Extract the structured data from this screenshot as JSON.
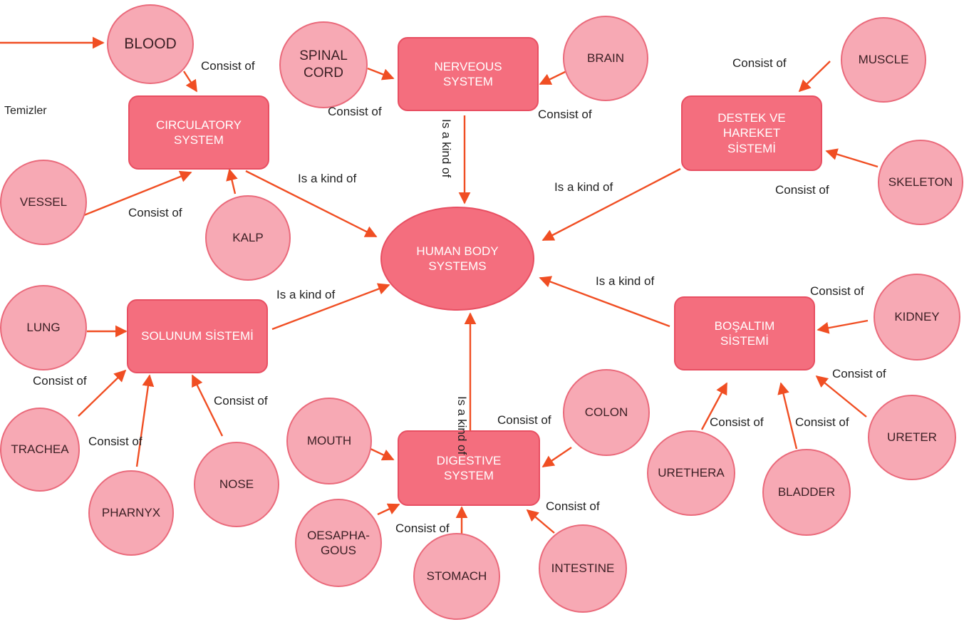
{
  "colors": {
    "edge": "#f04e23",
    "circle_fill": "#f7a9b4",
    "box_fill": "#f46e7e"
  },
  "nodes": {
    "blood": "BLOOD",
    "circulatory": "CIRCULATORY\nSYSTEM",
    "vessel": "VESSEL",
    "kalp": "KALP",
    "spinal": "SPINAL\nCORD",
    "nerveous": "NERVEOUS\nSYSTEM",
    "brain": "BRAIN",
    "muscle": "MUSCLE",
    "destek": "DESTEK VE\nHAREKET\nSİSTEMİ",
    "skeleton": "SKELETON",
    "human": "HUMAN BODY\nSYSTEMS",
    "lung": "LUNG",
    "solunum": "SOLUNUM SİSTEMİ",
    "trachea": "TRACHEA",
    "pharnyx": "PHARNYX",
    "nose": "NOSE",
    "kidney": "KIDNEY",
    "bosaltim": "BOŞALTIM\nSİSTEMİ",
    "ureter": "URETER",
    "urethera": "URETHERA",
    "bladder": "BLADDER",
    "mouth": "MOUTH",
    "digestive": "DIGESTIVE\nSYSTEM",
    "colon": "COLON",
    "oesaphagous": "OESAPHA-\nGOUS",
    "stomach": "STOMACH",
    "intestine": "INTESTINE"
  },
  "labels": {
    "consist_of": "Consist of",
    "is_a_kind_of": "Is a kind of"
  },
  "temizler": "Temizler"
}
